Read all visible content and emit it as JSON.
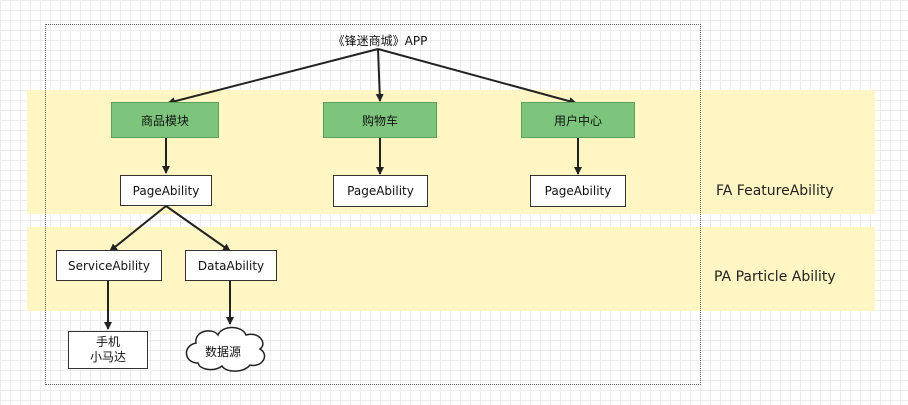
{
  "app": {
    "title": "《锋迷商城》APP"
  },
  "bands": {
    "fa": {
      "label": "FA FeatureAbility"
    },
    "pa": {
      "label": "PA Particle Ability"
    }
  },
  "modules": [
    {
      "label": "商品模块"
    },
    {
      "label": "购物车"
    },
    {
      "label": "用户中心"
    }
  ],
  "page_abilities": [
    {
      "label": "PageAbility"
    },
    {
      "label": "PageAbility"
    },
    {
      "label": "PageAbility"
    }
  ],
  "particles": {
    "service": {
      "label": "ServiceAbility"
    },
    "data": {
      "label": "DataAbility"
    }
  },
  "targets": {
    "device_line1": "手机",
    "device_line2": "小马达",
    "datasource": "数据源"
  },
  "colors": {
    "module_fill": "#7dc57c",
    "band_fill": "#fff6c3",
    "grid": "#ececec"
  }
}
